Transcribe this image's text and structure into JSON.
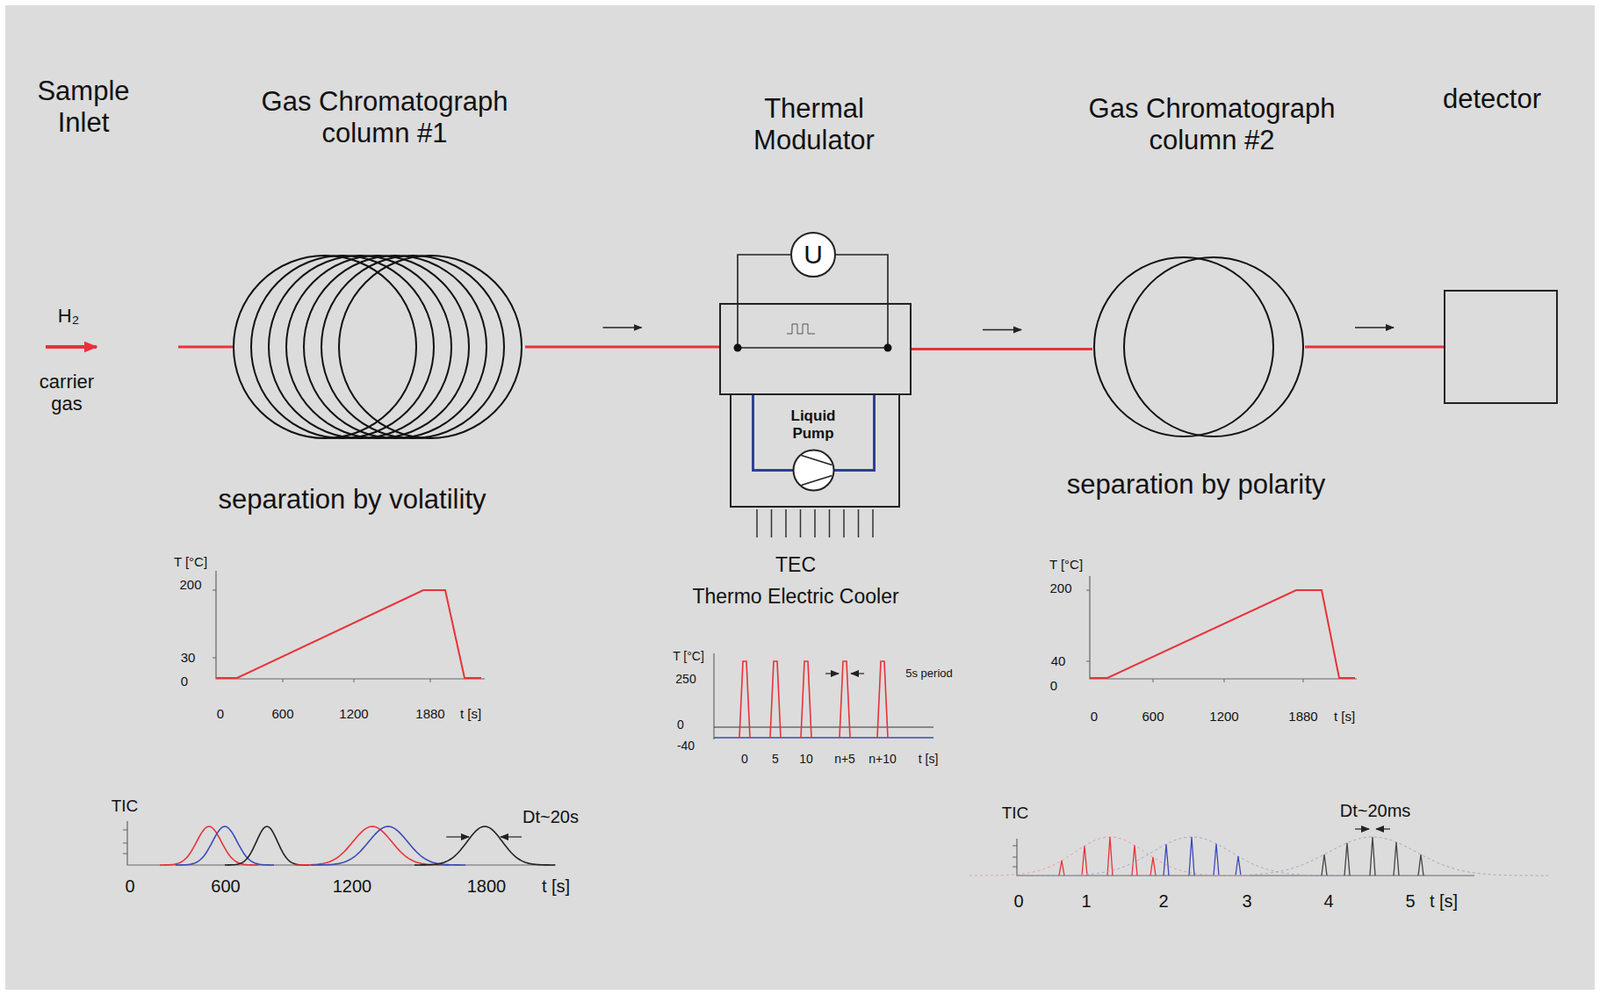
{
  "diagram": {
    "nodes": [
      {
        "text": [
          "Gas Chromatograph column #1",
          "separation by volatility"
        ]
      },
      {
        "text": [
          "Thermal Modulator"
        ]
      },
      {
        "text": [
          "U"
        ]
      },
      {
        "text": [
          "TEC",
          "Thermo Electric Cooler"
        ]
      },
      {
        "text": [
          "Liquid Pump"
        ],
        "in": 3
      },
      {
        "text": [
          "Gas Chromatograph column #2",
          "separation by polarity"
        ]
      },
      {
        "text": [
          "detector"
        ]
      }
    ],
    "edges": [
      {
        "from": 0,
        "to": 1,
        "arrow": "to"
      },
      {
        "from": 1,
        "to": 5,
        "arrow": "to"
      },
      {
        "from": 5,
        "to": 6,
        "arrow": "to"
      },
      {
        "from": 2,
        "to": 1,
        "arrow": "none"
      }
    ],
    "labels": [
      "Sample Inlet",
      "H₂",
      "carrier gas",
      "T [°C]",
      "200",
      "30",
      "0",
      "0",
      "600",
      "1200",
      "1880",
      "t [s]",
      "TIC",
      "0",
      "600",
      "1200",
      "1800",
      "t [s]",
      "Dt~20s",
      "T [°C]",
      "250",
      "0",
      "-40",
      "0",
      "5",
      "10",
      "n+5",
      "n+10",
      "t [s]",
      "5s period",
      "T [°C]",
      "200",
      "40",
      "0",
      "0",
      "600",
      "1200",
      "1880",
      "t [s]",
      "TIC",
      "0",
      "1",
      "2",
      "3",
      "4",
      "5",
      "t [s]",
      "Dt~20ms"
    ]
  }
}
